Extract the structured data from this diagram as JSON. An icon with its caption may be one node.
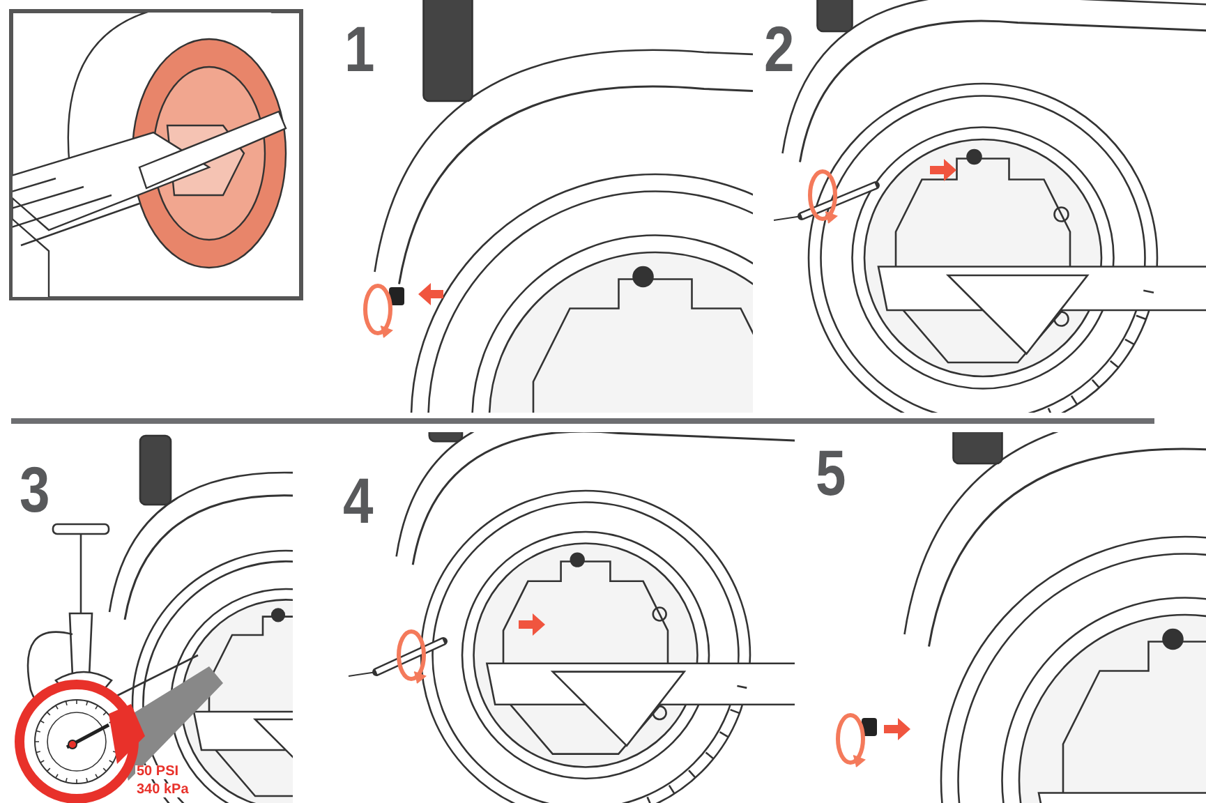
{
  "diagram": {
    "labels": [
      "1",
      "2",
      "3",
      "4",
      "5",
      "50 PSI",
      "340 kPa"
    ]
  }
}
